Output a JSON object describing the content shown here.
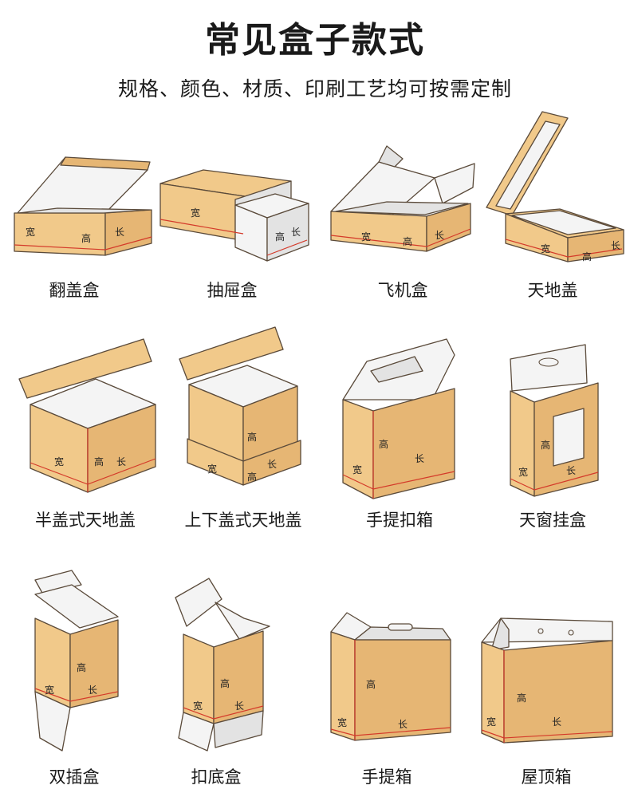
{
  "header": {
    "title": "常见盒子款式",
    "subtitle": "规格、颜色、材质、印刷工艺均可按需定制"
  },
  "dims": {
    "width": "宽",
    "height": "高",
    "length": "长"
  },
  "boxes": [
    {
      "caption": "翻盖盒"
    },
    {
      "caption": "抽屉盒"
    },
    {
      "caption": "飞机盒"
    },
    {
      "caption": "天地盖"
    },
    {
      "caption": "半盖式天地盖"
    },
    {
      "caption": "上下盖式天地盖"
    },
    {
      "caption": "手提扣箱"
    },
    {
      "caption": "天窗挂盒"
    },
    {
      "caption": "双插盒"
    },
    {
      "caption": "扣底盒"
    },
    {
      "caption": "手提箱"
    },
    {
      "caption": "屋顶箱"
    }
  ],
  "colors": {
    "kraft": "#f1c98a",
    "kraft_dark": "#e6b674",
    "inside": "#f4f4f4",
    "edge": "#5a4a3a",
    "guide": "#d43a2a"
  }
}
